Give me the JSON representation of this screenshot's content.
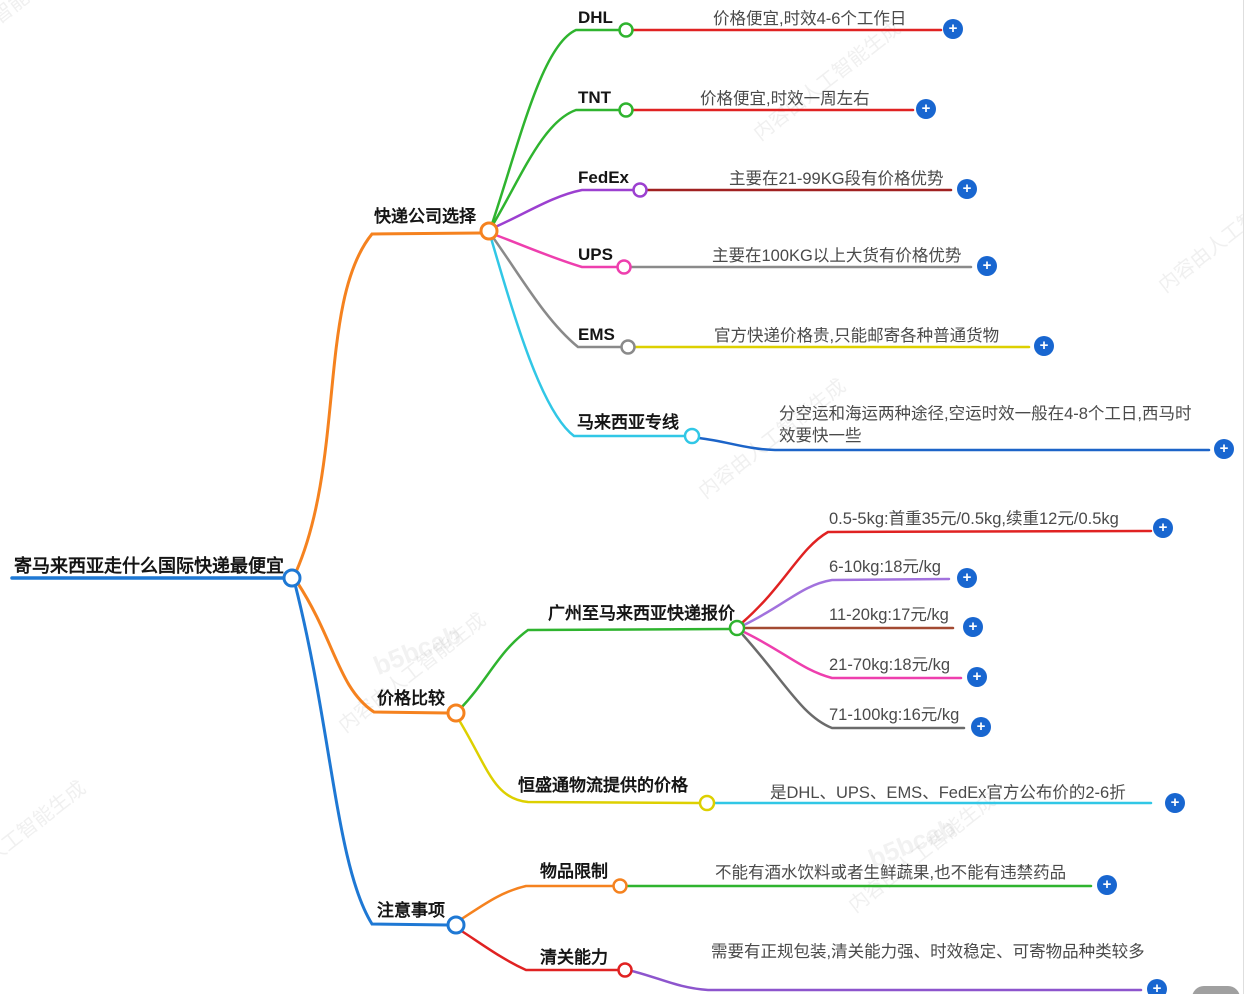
{
  "palette": {
    "blue": "#1e78d4",
    "orange": "#f5821f",
    "green": "#2fb42f",
    "red": "#e02222",
    "dark_red": "#a02121",
    "purple": "#9c40d0",
    "light_purple": "#a272dd",
    "violet": "#8d55cd",
    "pink": "#ee3fae",
    "gray": "#8a8a8a",
    "dark_gray": "#6b6b6b",
    "yellow": "#ddd000",
    "cyan": "#31c7e6",
    "link_blue": "#1c64c8",
    "brown": "#a34a32",
    "plus_button": "#1866d0"
  },
  "ui": {
    "plus": "+"
  },
  "watermarks": {
    "ai": "内容由人工智能生成",
    "brand": "b5bcab"
  },
  "mindmap": {
    "root": {
      "label": "寄马来西亚走什么国际快递最便宜"
    },
    "company": {
      "label": "快递公司选择",
      "children": {
        "dhl": {
          "label": "DHL",
          "desc": "价格便宜,时效4-6个工作日"
        },
        "tnt": {
          "label": "TNT",
          "desc": "价格便宜,时效一周左右"
        },
        "fedex": {
          "label": "FedEx",
          "desc": "主要在21-99KG段有价格优势"
        },
        "ups": {
          "label": "UPS",
          "desc": "主要在100KG以上大货有价格优势"
        },
        "ems": {
          "label": "EMS",
          "desc": "官方快递价格贵,只能邮寄各种普通货物"
        },
        "special_line": {
          "label": "马来西亚专线",
          "desc": "分空运和海运两种途径,空运时效一般在4-8个工日,西马时效要快一些"
        }
      }
    },
    "price": {
      "label": "价格比较",
      "children": {
        "gz_quote": {
          "label": "广州至马来西亚快递报价",
          "rates": [
            "0.5-5kg:首重35元/0.5kg,续重12元/0.5kg",
            "6-10kg:18元/kg",
            "11-20kg:17元/kg",
            "21-70kg:18元/kg",
            "71-100kg:16元/kg"
          ]
        },
        "hst": {
          "label": "恒盛通物流提供的价格",
          "desc": "是DHL、UPS、EMS、FedEx官方公布价的2-6折"
        }
      }
    },
    "notes": {
      "label": "注意事项",
      "children": {
        "item_limit": {
          "label": "物品限制",
          "desc": "不能有酒水饮料或者生鲜蔬果,也不能有违禁药品"
        },
        "customs": {
          "label": "清关能力",
          "desc": "需要有正规包装,清关能力强、时效稳定、可寄物品种类较多"
        }
      }
    }
  }
}
